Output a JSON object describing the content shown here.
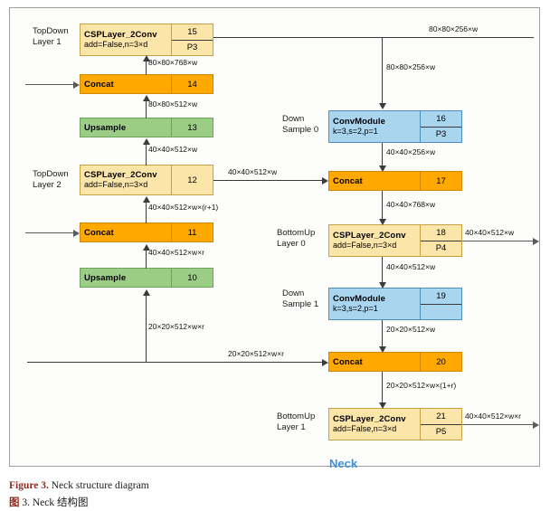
{
  "figure": {
    "neck_title": "Neck",
    "caption_en_key": "Figure 3.",
    "caption_en_text": " Neck structure diagram",
    "caption_zh_key": "图",
    "caption_zh_text": " 3. Neck 结构图"
  },
  "colors": {
    "csp_fill": "#fce5a9",
    "concat_fill": "#ffa900",
    "upsample_fill": "#9ccd86",
    "convmodule_fill": "#a9d5ef",
    "neck_title": "#3f8fe0",
    "caption_key": "#8f2b20",
    "line": "#3a3a3a"
  },
  "group_labels": {
    "topdown_layer1": "TopDown\nLayer 1",
    "topdown_layer2": "TopDown\nLayer 2",
    "downsample0": "Down\nSample 0",
    "downsample1": "Down\nSample 1",
    "bottomup_layer0": "BottomUp\nLayer 0",
    "bottomup_layer1": "BottomUp\nLayer 1"
  },
  "nodes": [
    {
      "id": "n15",
      "type": "csp",
      "title": "CSPLayer_2Conv",
      "subtitle": "add=False,n=3×d",
      "index": "15",
      "tag": "P3"
    },
    {
      "id": "n14",
      "type": "concat",
      "title": "Concat",
      "subtitle": "",
      "index": "14",
      "tag": ""
    },
    {
      "id": "n13",
      "type": "ups",
      "title": "Upsample",
      "subtitle": "",
      "index": "13",
      "tag": ""
    },
    {
      "id": "n12",
      "type": "csp",
      "title": "CSPLayer_2Conv",
      "subtitle": "add=False,n=3×d",
      "index": "12",
      "tag": ""
    },
    {
      "id": "n11",
      "type": "concat",
      "title": "Concat",
      "subtitle": "",
      "index": "11",
      "tag": ""
    },
    {
      "id": "n10",
      "type": "ups",
      "title": "Upsample",
      "subtitle": "",
      "index": "10",
      "tag": ""
    },
    {
      "id": "n16",
      "type": "conv",
      "title": "ConvModule",
      "subtitle": "k=3,s=2,p=1",
      "index": "16",
      "tag": "P3"
    },
    {
      "id": "n17",
      "type": "concat",
      "title": "Concat",
      "subtitle": "",
      "index": "17",
      "tag": ""
    },
    {
      "id": "n18",
      "type": "csp",
      "title": "CSPLayer_2Conv",
      "subtitle": "add=False,n=3×d",
      "index": "18",
      "tag": "P4"
    },
    {
      "id": "n19",
      "type": "conv",
      "title": "ConvModule",
      "subtitle": "k=3,s=2,p=1",
      "index": "19",
      "tag": ""
    },
    {
      "id": "n20",
      "type": "concat",
      "title": "Concat",
      "subtitle": "",
      "index": "20",
      "tag": ""
    },
    {
      "id": "n21",
      "type": "csp",
      "title": "CSPLayer_2Conv",
      "subtitle": "add=False,n=3×d",
      "index": "21",
      "tag": "P5"
    }
  ],
  "edge_labels": {
    "e_15_right_top": "80×80×256×w",
    "e_branch_to_16": "80×80×256×w",
    "e_14_to_15": "80×80×768×w",
    "e_13_to_14": "80×80×512×w",
    "e_12_to_13": "40×40×512×w",
    "e_12_right": "40×40×512×w",
    "e_11_to_12": "40×40×512×w×(r+1)",
    "e_10_to_11": "40×40×512×w×r",
    "e_16_to_17": "40×40×256×w",
    "e_17_to_18": "40×40×768×w",
    "e_18_right": "40×40×512×w",
    "e_18_to_19": "40×40×512×w",
    "e_19_to_20": "20×20×512×w",
    "e_left_to_10": "20×20×512×w×r",
    "e_left_to_20": "20×20×512×w×r",
    "e_20_to_21": "20×20×512×w×(1+r)",
    "e_21_right": "40×40×512×w×r"
  }
}
